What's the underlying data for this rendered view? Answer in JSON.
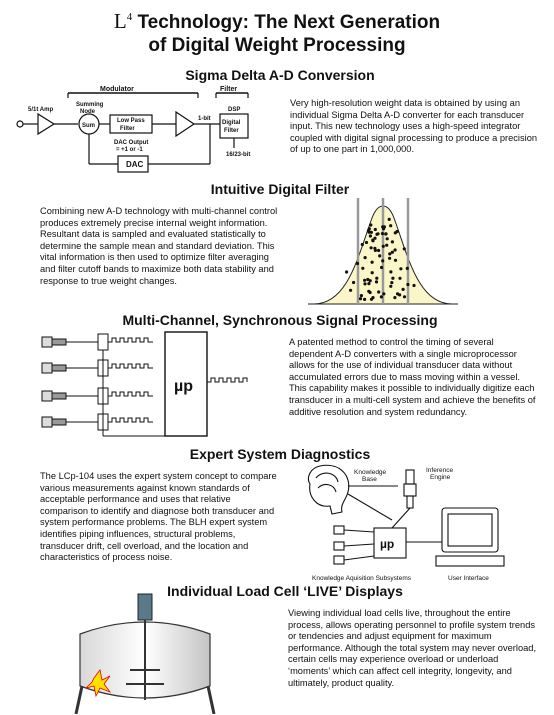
{
  "title": {
    "prefix_letter": "L",
    "prefix_sup": "4",
    "line1": " Technology: The Next Generation",
    "line2": "of Digital Weight Processing"
  },
  "sections": {
    "sigma": {
      "heading": "Sigma Delta A-D Conversion",
      "body": "Very high-resolution weight data is obtained by using an individual Sigma Delta A-D converter for each transducer input. This new technology uses a high-speed integrator coupled with digital signal processing to produce a precision of up to one part in 1,000,000.",
      "diagram": {
        "modulator": "Modulator",
        "filter": "Filter",
        "amp": "5/1t Amp",
        "summing": "Summing",
        "node": "Node",
        "sum": "Sum",
        "lowpass1": "Low Pass",
        "lowpass2": "Filter",
        "onebit": "1-bit",
        "dsp": "DSP",
        "digital1": "Digital",
        "digital2": "Filter",
        "dacout1": "DAC Output",
        "dacout2": "= +1 or -1",
        "dac": "DAC",
        "bits": "16/23-bit"
      }
    },
    "filter": {
      "heading": "Intuitive Digital Filter",
      "body": "Combining new A-D technology with multi-channel control produces extremely precise internal weight information. Resultant data is sampled and evaluated statistically to determine the sample mean and standard deviation. This vital information is then used to optimize filter averaging and filter cutoff bands to maximize both data stability and response to true weight changes."
    },
    "multichannel": {
      "heading": "Multi-Channel, Synchronous Signal Processing",
      "body": "A patented method to control the timing of several dependent A-D converters with a single microprocessor allows for the use of individual transducer data without accumulated errors due to mass moving within a vessel. This capability makes it possible to individually digitize each transducer in a multi-cell system and achieve the benefits of additive resolution and system redundancy.",
      "mu": "µp"
    },
    "expert": {
      "heading": "Expert System Diagnostics",
      "body": "The LCp-104 uses the expert system concept to compare various measurements against known standards of acceptable performance and uses that relative comparison to identify and diagnose both transducer and system performance problems. The BLH expert system identifies piping influences, structural problems, transducer drift, cell overload, and the location and characteristics of process noise.",
      "diagram": {
        "kb1": "Knowledge",
        "kb2": "Base",
        "ie1": "Inference",
        "ie2": "Engine",
        "kas": "Knowledge Aquisition Subsystems",
        "ui": "User Interface",
        "mu": "µp"
      }
    },
    "live": {
      "heading": "Individual Load Cell ‘LIVE’ Displays",
      "body": "Viewing individual load cells live, throughout the entire process, allows operating personnel to profile system trends or tendencies and adjust equipment for maximum performance. Although the total system may never overload, certain cells may experience overload or underload ‘moments’ which can affect cell integrity, longevity, and ultimately, product quality."
    }
  }
}
